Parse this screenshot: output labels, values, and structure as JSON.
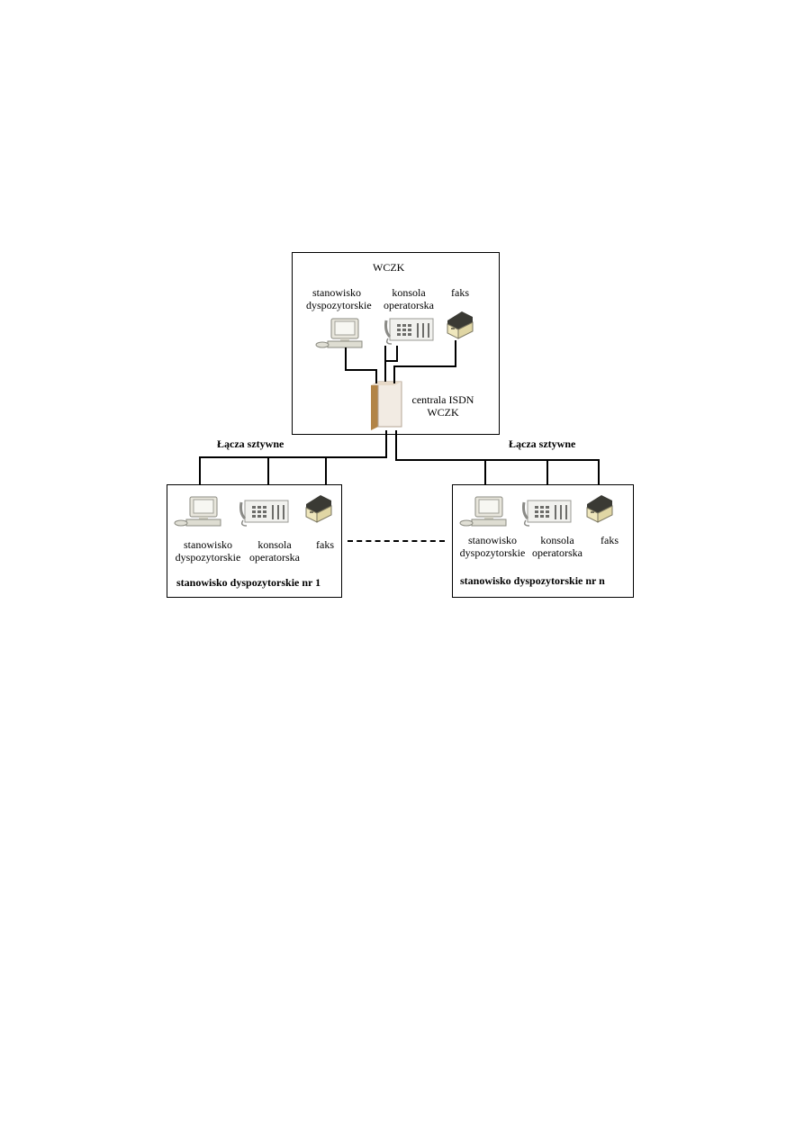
{
  "central_site": {
    "title": "WCZK",
    "device_labels": {
      "workstation": [
        "stanowisko",
        "dyspozytorskie"
      ],
      "console": [
        "konsola",
        "operatorska"
      ],
      "fax": [
        "faks"
      ]
    },
    "pbx_label": [
      "centrala ISDN",
      "WCZK"
    ]
  },
  "links": {
    "left_label": "Łącza sztywne",
    "right_label": "Łącza sztywne"
  },
  "remote_sites": [
    {
      "device_labels": {
        "workstation": [
          "stanowisko",
          "dyspozytorskie"
        ],
        "console": [
          "konsola",
          "operatorska"
        ],
        "fax": [
          "faks"
        ]
      },
      "caption": "stanowisko dyspozytorskie nr 1"
    },
    {
      "device_labels": {
        "workstation": [
          "stanowisko",
          "dyspozytorskie"
        ],
        "console": [
          "konsola",
          "operatorska"
        ],
        "fax": [
          "faks"
        ]
      },
      "caption": "stanowisko dyspozytorskie nr n"
    }
  ],
  "icons": [
    "computer-icon",
    "phone-console-icon",
    "fax-icon",
    "pbx-server-icon"
  ]
}
